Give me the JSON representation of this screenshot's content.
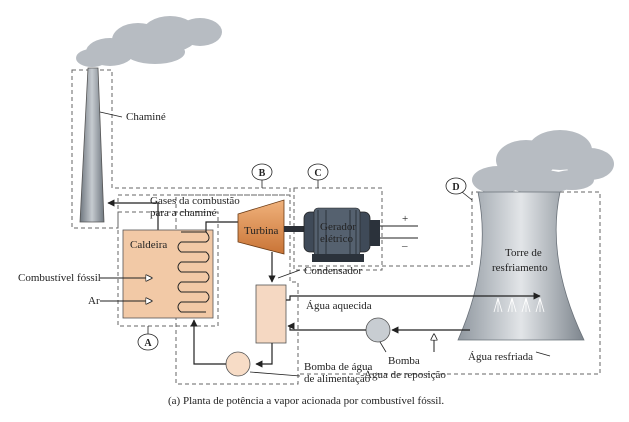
{
  "labels": {
    "chimney": "Chaminé",
    "flue_gases_line1": "Gases da combustão",
    "flue_gases_line2": "para a chaminé",
    "boiler": "Caldeira",
    "fuel": "Combustível fóssil",
    "air": "Ar",
    "turbine": "Turbina",
    "generator_line1": "Gerador",
    "generator_line2": "elétrico",
    "plus": "+",
    "minus": "–",
    "condenser": "Condensador",
    "heated_water": "Água aquecida",
    "tower_line1": "Torre de",
    "tower_line2": "resfriamento",
    "pump": "Bomba",
    "makeup_water": "Água de reposição",
    "cooled_water": "Água resfriada",
    "feed_pump_line1": "Bomba de água",
    "feed_pump_line2": "de alimentação"
  },
  "subsystems": [
    "A",
    "B",
    "C",
    "D"
  ],
  "caption": "(a) Planta de potência a vapor acionada por combustível fóssil.",
  "colors": {
    "boiler": "#f2c9a6",
    "condenser": "#f5d8c2",
    "pump": "#f7dcc6",
    "turbine": "#e49a5e",
    "generator": "#3f4a58",
    "tower": "#c9ced4",
    "chimney": "#8f979f",
    "smoke": "#b7bcc2",
    "line": "#222222",
    "dashed": "#666666"
  }
}
